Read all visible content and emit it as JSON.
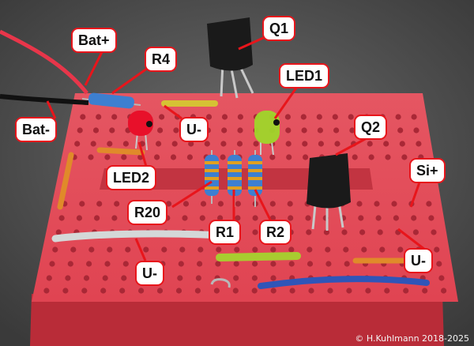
{
  "labels": {
    "bat_plus": "Bat+",
    "r4": "R4",
    "q1": "Q1",
    "led1": "LED1",
    "bat_minus": "Bat-",
    "u_minus_top": "U-",
    "q2": "Q2",
    "led2": "LED2",
    "si_plus": "Si+",
    "r20": "R20",
    "r1": "R1",
    "r2": "R2",
    "u_minus_right": "U-",
    "u_minus_bottom": "U-"
  },
  "copyright": "© H.Kuhlmann 2018-2025",
  "colors": {
    "breadboard": "#e84a55",
    "callout_border": "#e8151b",
    "led1": "#9fd62a",
    "led2": "#e8102a",
    "resistor": "#3d7fd0",
    "transistor": "#1a1a1a"
  }
}
